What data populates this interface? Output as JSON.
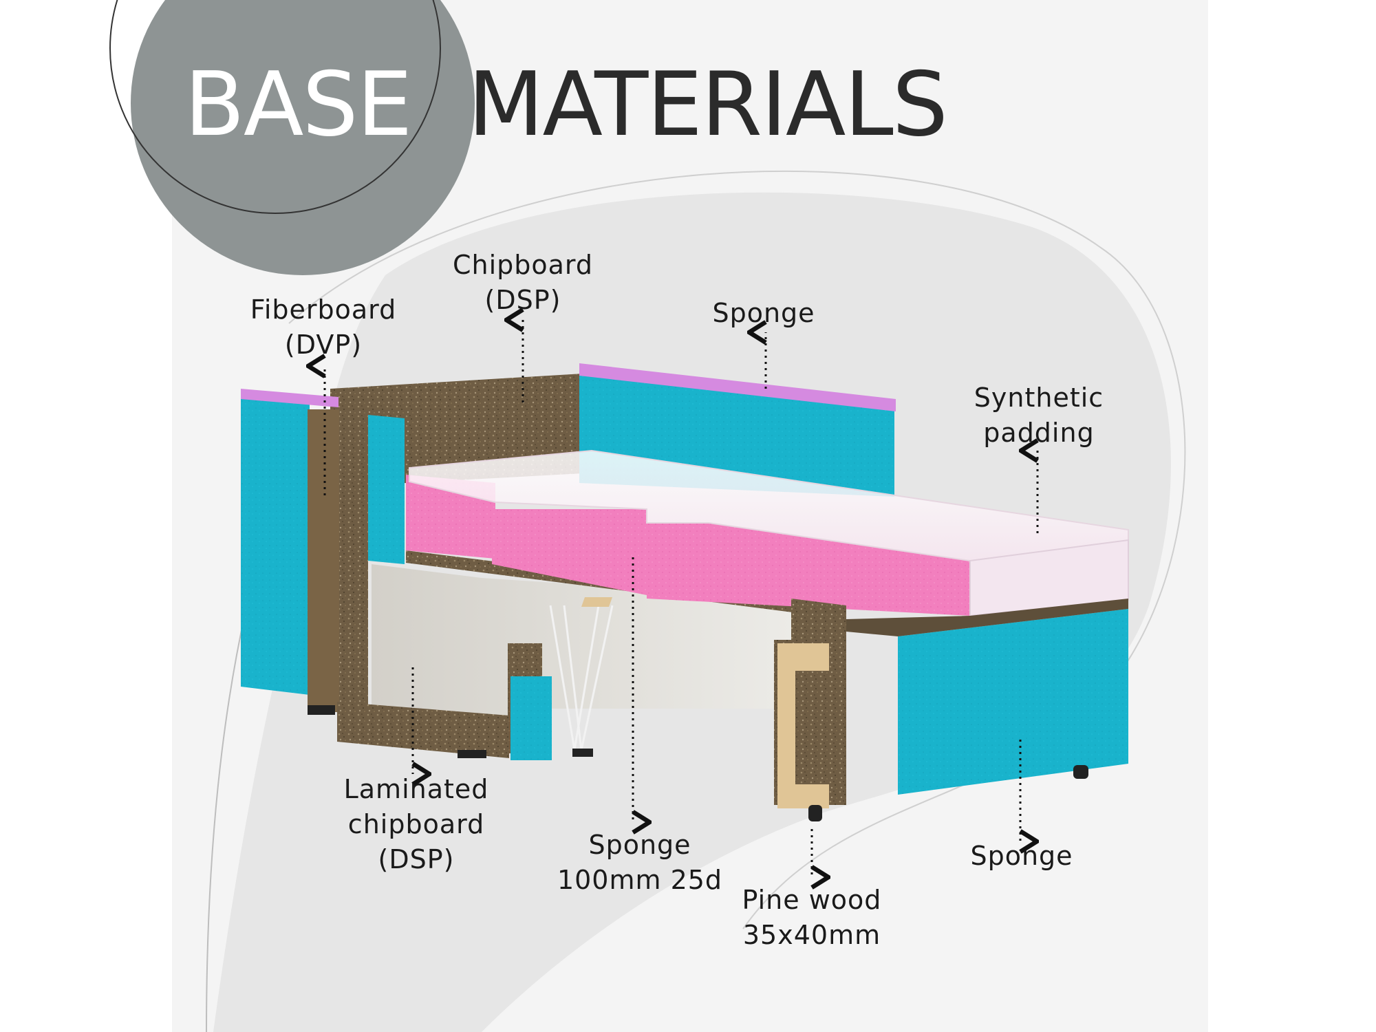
{
  "title": {
    "word1": "BASE",
    "word2": "MATERIALS"
  },
  "colors": {
    "circle": "#8e9494",
    "backdrop": "#f4f4f4",
    "swirl": "#e6e6e6",
    "sponge_blue": "#19b3cc",
    "sponge_pink": "#f27fbe",
    "sponge_violet": "#d58ae0",
    "chipboard": "#6f5d44",
    "laminate": "#d9d6cf",
    "padding": "#f3e6ef",
    "pine": "#e0c596",
    "text": "#1a1a1a"
  },
  "labels": [
    {
      "id": "fiberboard",
      "lines": [
        "Fiberboard",
        "(DVP)"
      ]
    },
    {
      "id": "chipboard-top",
      "lines": [
        "Chipboard",
        "(DSP)"
      ]
    },
    {
      "id": "sponge-top",
      "lines": [
        "Sponge"
      ]
    },
    {
      "id": "synthetic-padding",
      "lines": [
        "Synthetic",
        "padding"
      ]
    },
    {
      "id": "laminated-chipboard",
      "lines": [
        "Laminated",
        "chipboard",
        "(DSP)"
      ]
    },
    {
      "id": "sponge-seat",
      "lines": [
        "Sponge",
        "100mm 25d"
      ]
    },
    {
      "id": "pine-wood",
      "lines": [
        "Pine wood",
        "35x40mm"
      ]
    },
    {
      "id": "sponge-front",
      "lines": [
        "Sponge"
      ]
    }
  ]
}
